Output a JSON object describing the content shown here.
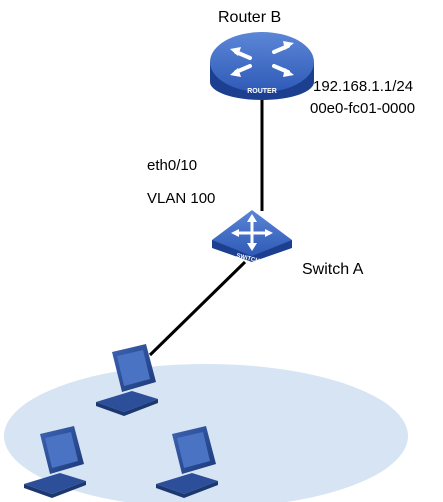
{
  "router": {
    "title": "Router B",
    "badge": "ROUTER",
    "ip": "192.168.1.1/24",
    "mac": "00e0-fc01-0000"
  },
  "uplink": {
    "port": "eth0/10",
    "vlan": "VLAN 100"
  },
  "switch": {
    "title": "Switch A",
    "badge": "SWITCH"
  },
  "lan": {
    "hosts": [
      "pc",
      "pc",
      "pc"
    ]
  },
  "colors": {
    "device_blue": "#2f5bb8",
    "device_blue_dark": "#1c3f8f",
    "lan_fill": "#d6e4f3",
    "pc_blue": "#2d4f9a",
    "link": "#000000"
  }
}
